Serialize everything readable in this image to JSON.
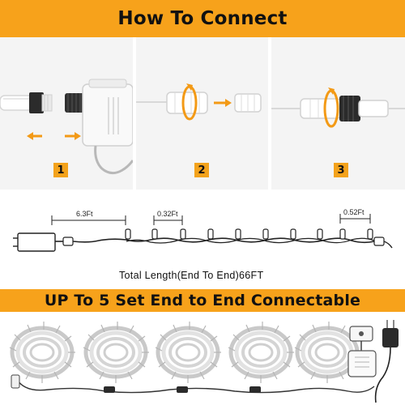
{
  "header": {
    "title": "How To Connect"
  },
  "steps": [
    {
      "number": "1"
    },
    {
      "number": "2"
    },
    {
      "number": "3"
    }
  ],
  "diagram": {
    "spacing_lead": "6.3Ft",
    "spacing_bulb": "0.32Ft",
    "spacing_tail": "0.52Ft",
    "total_length": "Total  Length(End To End)66FT"
  },
  "connectable_banner": {
    "text": "UP To 5 Set End to End Connectable"
  },
  "colors": {
    "accent": "#f7a21b",
    "panel": "#f4f4f4",
    "wire": "#1a1a1a"
  }
}
